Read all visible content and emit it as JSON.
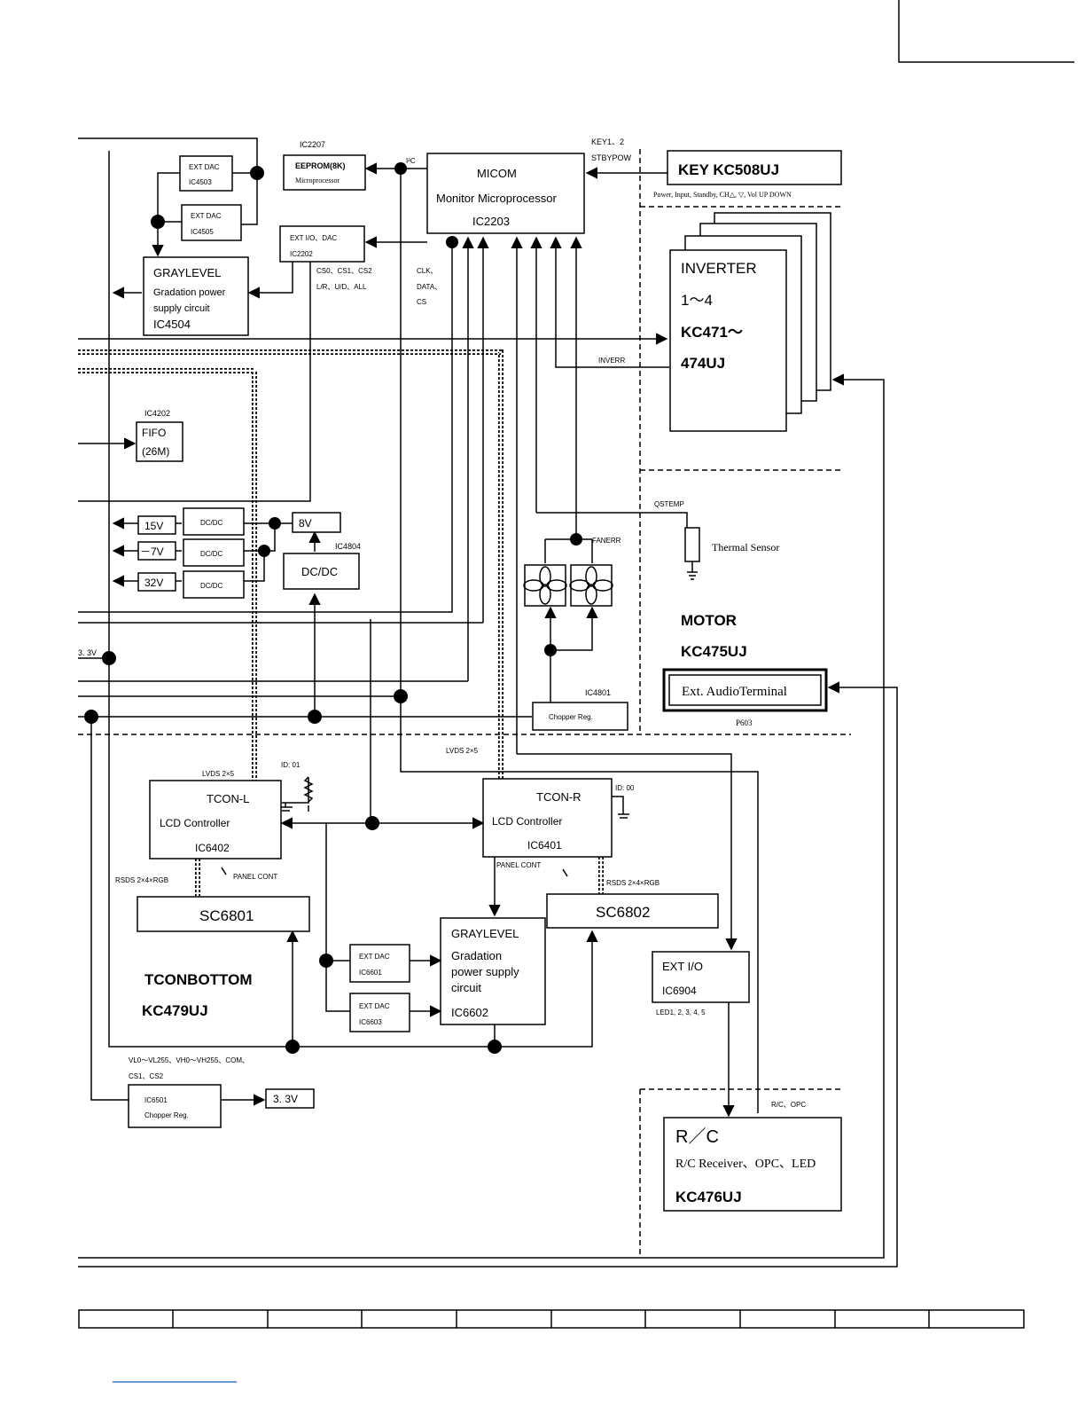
{
  "blocks": {
    "ic2207_ref": "IC2207",
    "eeprom_title": "EEPROM(8K)",
    "eeprom_sub": "Microprocessor",
    "i2c": "I²C",
    "micom_title": "MICOM",
    "micom_sub": "Monitor Microprocessor",
    "micom_ic": "IC2203",
    "key_signals_1": "KEY1、2",
    "key_signals_2": "STBYPOW",
    "key_title": "KEY KC508UJ",
    "key_desc": "Power, Input, Standby, CH△, ▽, Vol UP DOWN",
    "extdac_a_1": "EXT DAC",
    "extdac_a_2": "IC4503",
    "extdac_b_1": "EXT DAC",
    "extdac_b_2": "IC4505",
    "gray_title": "GRAYLEVEL",
    "gray_l1": "Gradation power",
    "gray_l2": "supply circuit",
    "gray_ic": "IC4504",
    "extio_title": "EXT I/O、DAC",
    "extio_ic": "IC2202",
    "extio_sig_1": "CS0、CS1、CS2",
    "extio_sig_2": "L/R、U/D、ALL",
    "clk_1": "CLK、",
    "clk_2": "DATA、",
    "clk_3": "CS",
    "inverter_1": "INVERTER",
    "inverter_2": "1～4",
    "inverter_3": "KC471～",
    "inverter_4": "474UJ",
    "inverr": "INVERR",
    "fifo_ref": "IC4202",
    "fifo_1": "FIFO",
    "fifo_2": "(26M)",
    "v15": "15V",
    "vm7": "－7V",
    "v32": "32V",
    "dcdc_small": "DC/DC",
    "v8": "8V",
    "ic4804": "IC4804",
    "dcdc_big": "DC/DC",
    "qstemp": "QSTEMP",
    "thermal": "Thermal Sensor",
    "fanerr": "FANERR",
    "motor_1": "MOTOR",
    "motor_2": "KC475UJ",
    "audio": "Ext. AudioTerminal",
    "p603": "P603",
    "ic4801": "IC4801",
    "chopper": "Chopper Reg.",
    "v33_left": "3. 3V",
    "lvds_l": "LVDS 2×5",
    "lvds_r": "LVDS 2×5",
    "id01": "ID: 01",
    "id00": "ID: 00",
    "tconl_1": "TCON-L",
    "tconl_2": "LCD Controller",
    "tconl_3": "IC6402",
    "tconr_1": "TCON-R",
    "tconr_2": "LCD Controller",
    "tconr_3": "IC6401",
    "rsds_l": "RSDS 2×4×RGB",
    "rsds_r": "RSDS 2×4×RGB",
    "panel_l": "PANEL CONT",
    "panel_r": "PANEL CONT",
    "sc6801": "SC6801",
    "sc6802": "SC6802",
    "tconbottom_1": "TCONBOTTOM",
    "tconbottom_2": "KC479UJ",
    "extdac6601_1": "EXT DAC",
    "extdac6601_2": "IC6601",
    "extdac6603_1": "EXT DAC",
    "extdac6603_2": "IC6603",
    "gray2_title": "GRAYLEVEL",
    "gray2_l1": "Gradation",
    "gray2_l2": "power supply",
    "gray2_l3": "circuit",
    "gray2_ic": "IC6602",
    "extio2_1": "EXT I/O",
    "extio2_2": "IC6904",
    "led": "LED1, 2, 3, 4, 5",
    "vl_1": "VL0～VL255、VH0～VH255、COM、",
    "vl_2": "CS1、CS2",
    "ic6501_1": "IC6501",
    "ic6501_2": "Chopper Reg.",
    "v33_bottom": "3. 3V",
    "rc_opc": "R/C、OPC",
    "rc_1": "R／C",
    "rc_2": "R/C Receiver、OPC、LED",
    "rc_3": "KC476UJ"
  },
  "footer_cells": [
    "",
    "",
    "",
    "",
    "",
    "",
    "",
    "",
    "",
    ""
  ]
}
